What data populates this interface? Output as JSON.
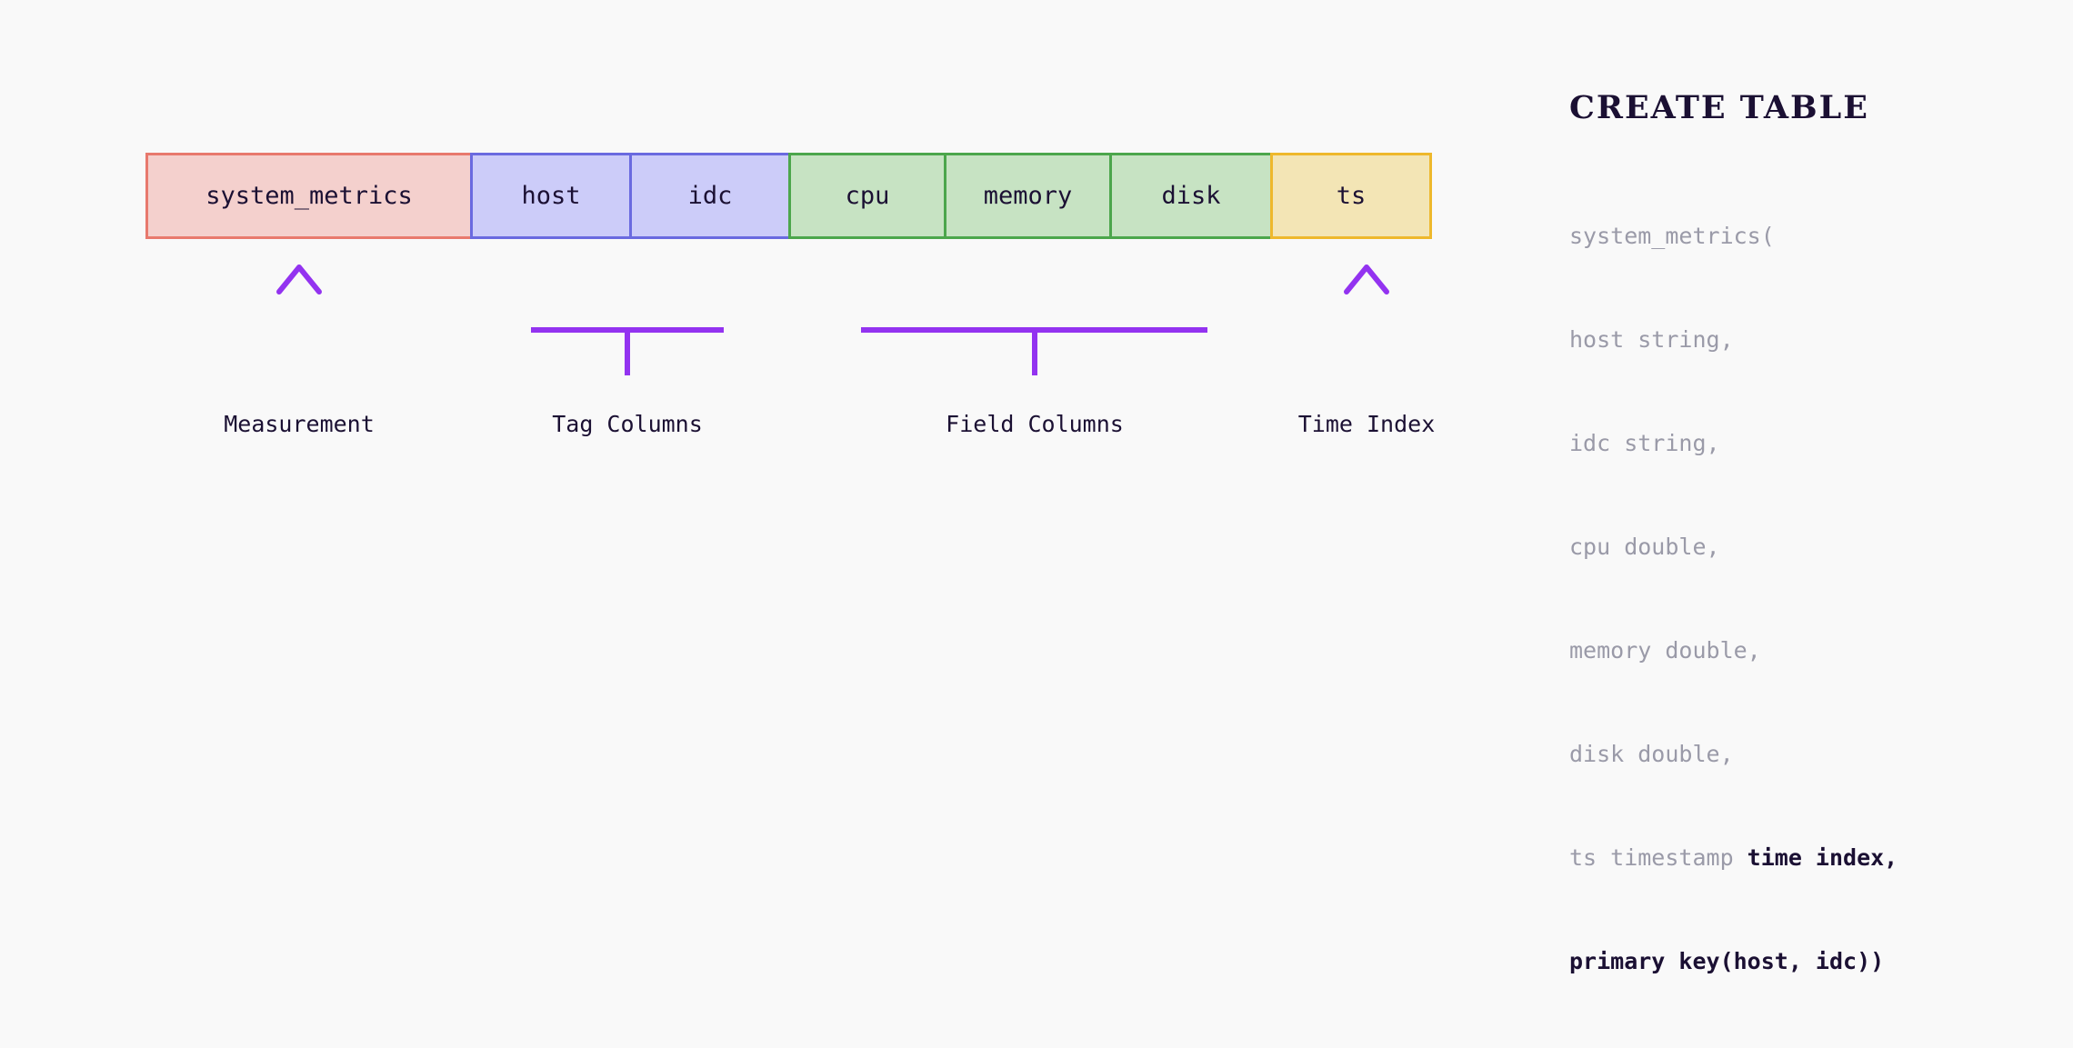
{
  "background_color": "#f9f9f9",
  "accent_color": "#9333f0",
  "schema_strip": {
    "cells": [
      {
        "label": "system_metrics",
        "group": "measurement",
        "fill": "#f4d0cd",
        "border": "#e8796d"
      },
      {
        "label": "host",
        "group": "tag",
        "fill": "#ccccf9",
        "border": "#6a6ae0"
      },
      {
        "label": "idc",
        "group": "tag",
        "fill": "#ccccf9",
        "border": "#6a6ae0"
      },
      {
        "label": "cpu",
        "group": "field",
        "fill": "#c7e3c3",
        "border": "#4ca64c"
      },
      {
        "label": "memory",
        "group": "field",
        "fill": "#c7e3c3",
        "border": "#4ca64c"
      },
      {
        "label": "disk",
        "group": "field",
        "fill": "#c7e3c3",
        "border": "#4ca64c"
      },
      {
        "label": "ts",
        "group": "time_index",
        "fill": "#f3e5b5",
        "border": "#eeb82c"
      }
    ]
  },
  "annotations": [
    {
      "label": "Measurement",
      "marker": "arrow"
    },
    {
      "label": "Tag Columns",
      "marker": "bracket"
    },
    {
      "label": "Field Columns",
      "marker": "bracket"
    },
    {
      "label": "Time Index",
      "marker": "arrow"
    }
  ],
  "code_panel": {
    "title": "CREATE TABLE",
    "lines": [
      {
        "plain": "system_metrics(",
        "bold": ""
      },
      {
        "plain": "host string,",
        "bold": ""
      },
      {
        "plain": "idc string,",
        "bold": ""
      },
      {
        "plain": "cpu double,",
        "bold": ""
      },
      {
        "plain": "memory double,",
        "bold": ""
      },
      {
        "plain": "disk double,",
        "bold": ""
      },
      {
        "plain": "ts timestamp ",
        "bold": "time index,"
      },
      {
        "plain": "",
        "bold": "primary key(host, idc))"
      }
    ]
  }
}
